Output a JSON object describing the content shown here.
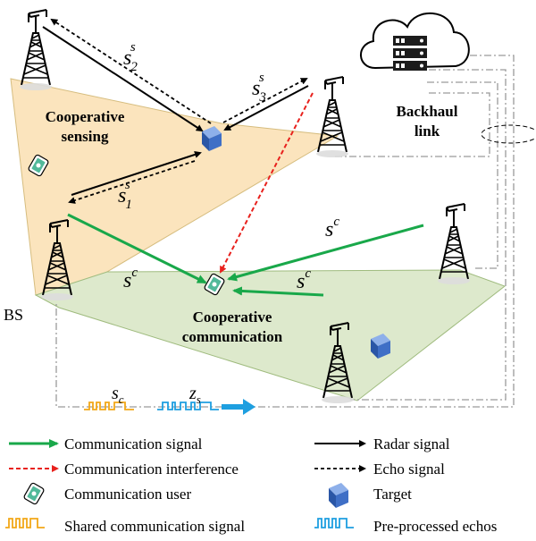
{
  "regions": {
    "sensing_label_line1": "Cooperative",
    "sensing_label_line2": "sensing",
    "communication_label_line1": "Cooperative",
    "communication_label_line2": "communication",
    "sensing_fill": "#fbe4bd",
    "communication_fill": "#dde9cc"
  },
  "backhaul": {
    "label_line1": "Backhaul",
    "label_line2": "link"
  },
  "bs_label": "BS",
  "signals": {
    "s2": {
      "base": "s",
      "sub": "2",
      "sup": "s"
    },
    "s3": {
      "base": "s",
      "sub": "3",
      "sup": "s"
    },
    "s1": {
      "base": "s",
      "sub": "1",
      "sup": "s"
    },
    "sc_left": {
      "base": "s",
      "sup": "c"
    },
    "sc_mid": {
      "base": "s",
      "sup": "c"
    },
    "sc_right": {
      "base": "s",
      "sup": "c"
    },
    "s_c_wave": {
      "base": "s",
      "sub": "c"
    },
    "z_s_wave": {
      "base": "z",
      "sub": "s"
    }
  },
  "legend": {
    "communication_signal": "Communication signal",
    "radar_signal": "Radar signal",
    "communication_interference": "Communication interference",
    "echo_signal": "Echo signal",
    "communication_user": "Communication user",
    "target": "Target",
    "shared_signal": "Shared communication signal",
    "preprocessed_echos": "Pre-processed echos"
  },
  "colors": {
    "communication": "#19a84a",
    "interference": "#e8211d",
    "radar": "#000000",
    "shared_wave": "#f2a818",
    "echo_wave": "#1e9fe0",
    "target": "#3f6fc6",
    "backhaul": "#9a9a9a"
  }
}
